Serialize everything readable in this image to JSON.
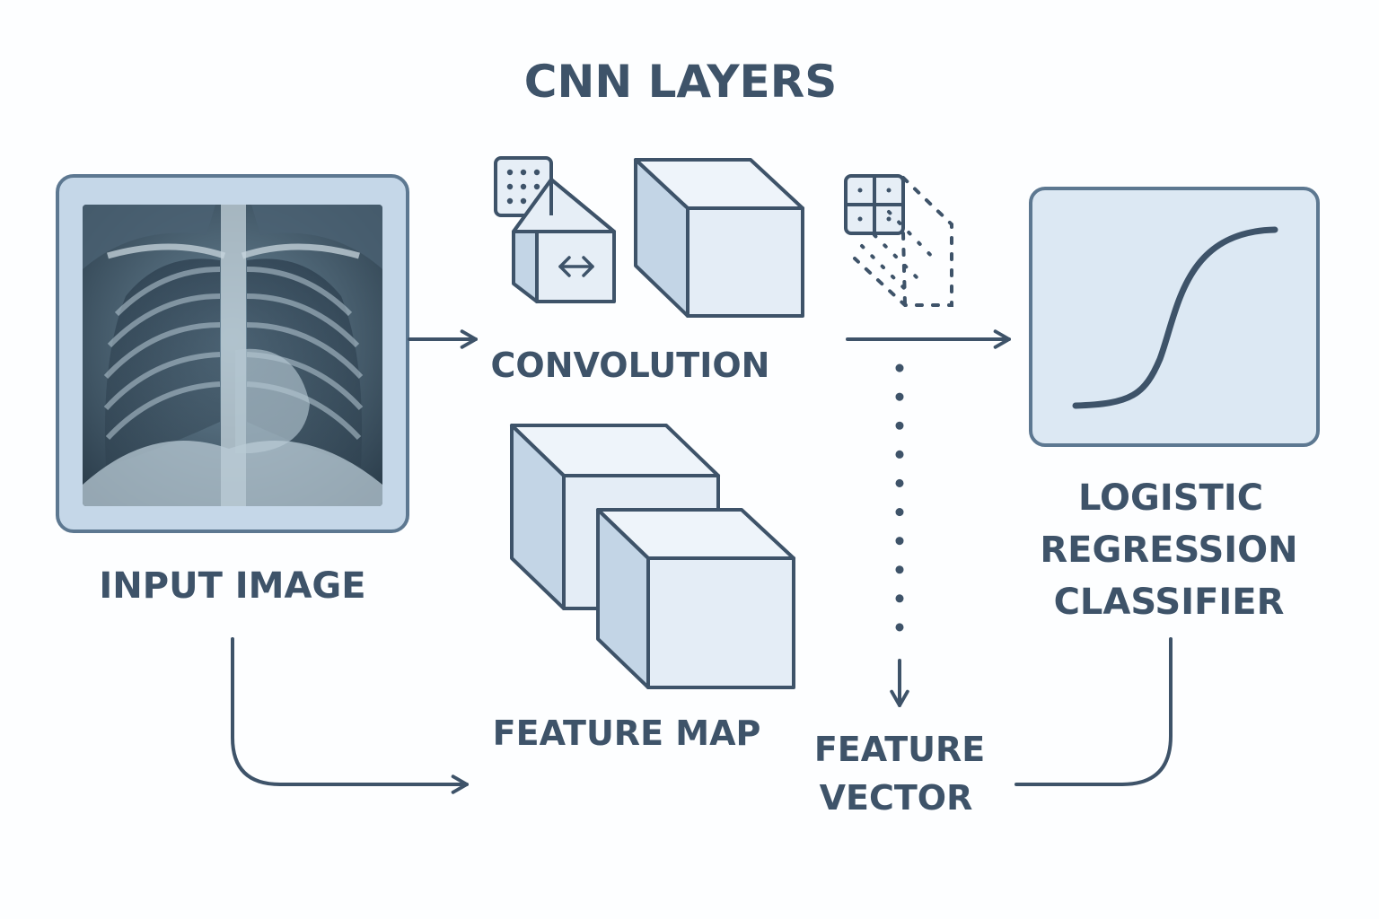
{
  "title": "CNN LAYERS",
  "labels": {
    "input_image": "INPUT IMAGE",
    "convolution": "CONVOLUTION",
    "feature_map": "FEATURE MAP",
    "feature_vector": [
      "FEATURE",
      "VECTOR"
    ],
    "classifier": [
      "LOGISTIC",
      "REGRESSION",
      "CLASSIFIER"
    ]
  },
  "colors": {
    "stroke": "#3e5369",
    "box_fill": "#dbe8f4",
    "box_side": "#c3d5e6",
    "frame": "#c5d7e8",
    "text": "#3e5369"
  },
  "icons": {
    "input": "chest-xray-image",
    "conv_symbol": "bidirectional-arrow-icon",
    "classifier_curve": "sigmoid-curve-icon"
  }
}
